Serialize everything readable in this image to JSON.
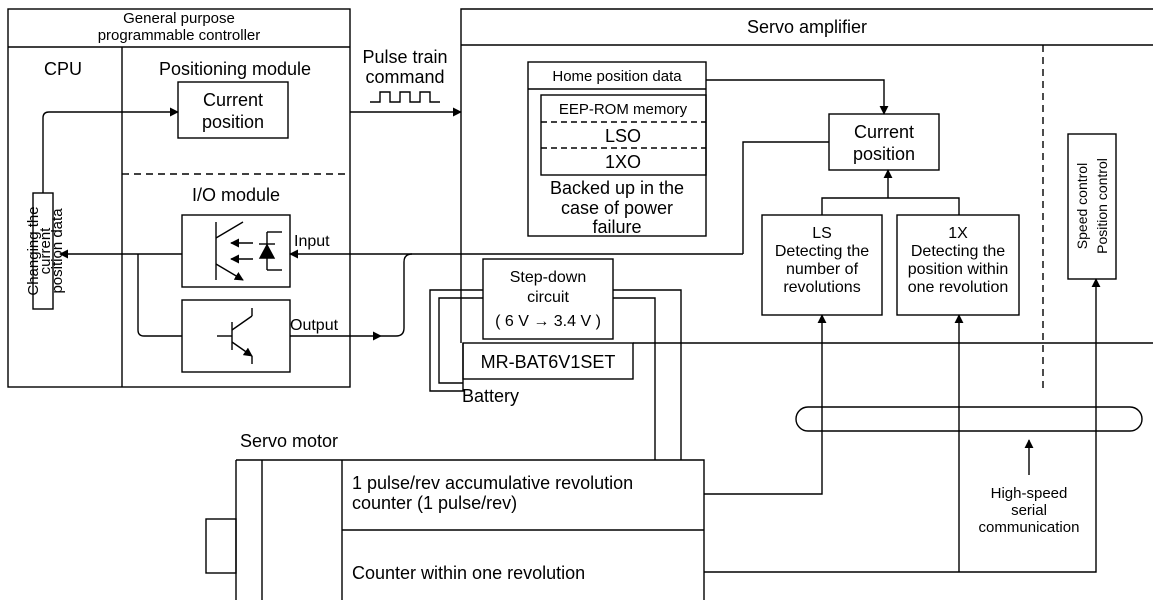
{
  "plc": {
    "title_line1": "General purpose",
    "title_line2": "programmable controller",
    "cpu_label": "CPU",
    "positioning_module_label": "Positioning module",
    "current_position_line1": "Current",
    "current_position_line2": "position",
    "io_module_label": "I/O module",
    "changing_line1": "Changing the",
    "changing_line2": "current",
    "changing_line3": "position data",
    "input_label": "Input",
    "output_label": "Output"
  },
  "pulse_train": {
    "line1": "Pulse train",
    "line2": "command"
  },
  "servo_amplifier": {
    "title": "Servo amplifier",
    "home_position_data": "Home position data",
    "eeprom_memory": "EEP-ROM memory",
    "lso": "LSO",
    "ixo": "1XO",
    "backed_line1": "Backed up in the",
    "backed_line2": "case of power",
    "backed_line3": "failure",
    "current_position_line1": "Current",
    "current_position_line2": "position",
    "ls_line1": "LS",
    "ls_line2": "Detecting the",
    "ls_line3": "number of",
    "ls_line4": "revolutions",
    "ix_line1": "1X",
    "ix_line2": "Detecting the",
    "ix_line3": "position within",
    "ix_line4": "one revolution",
    "speed_control": "Speed control",
    "position_control": "Position control"
  },
  "step_down": {
    "line1": "Step-down",
    "line2": "circuit",
    "line3": "( 6 V → 3.4 V )"
  },
  "battery": {
    "model": "MR-BAT6V1SET",
    "label": "Battery"
  },
  "servo_motor": {
    "label": "Servo motor",
    "counter1_line1": "1 pulse/rev accumulative revolution",
    "counter1_line2": "counter (1 pulse/rev)",
    "counter2": "Counter within one revolution"
  },
  "serial": {
    "line1": "High-speed",
    "line2": "serial",
    "line3": "communication"
  }
}
